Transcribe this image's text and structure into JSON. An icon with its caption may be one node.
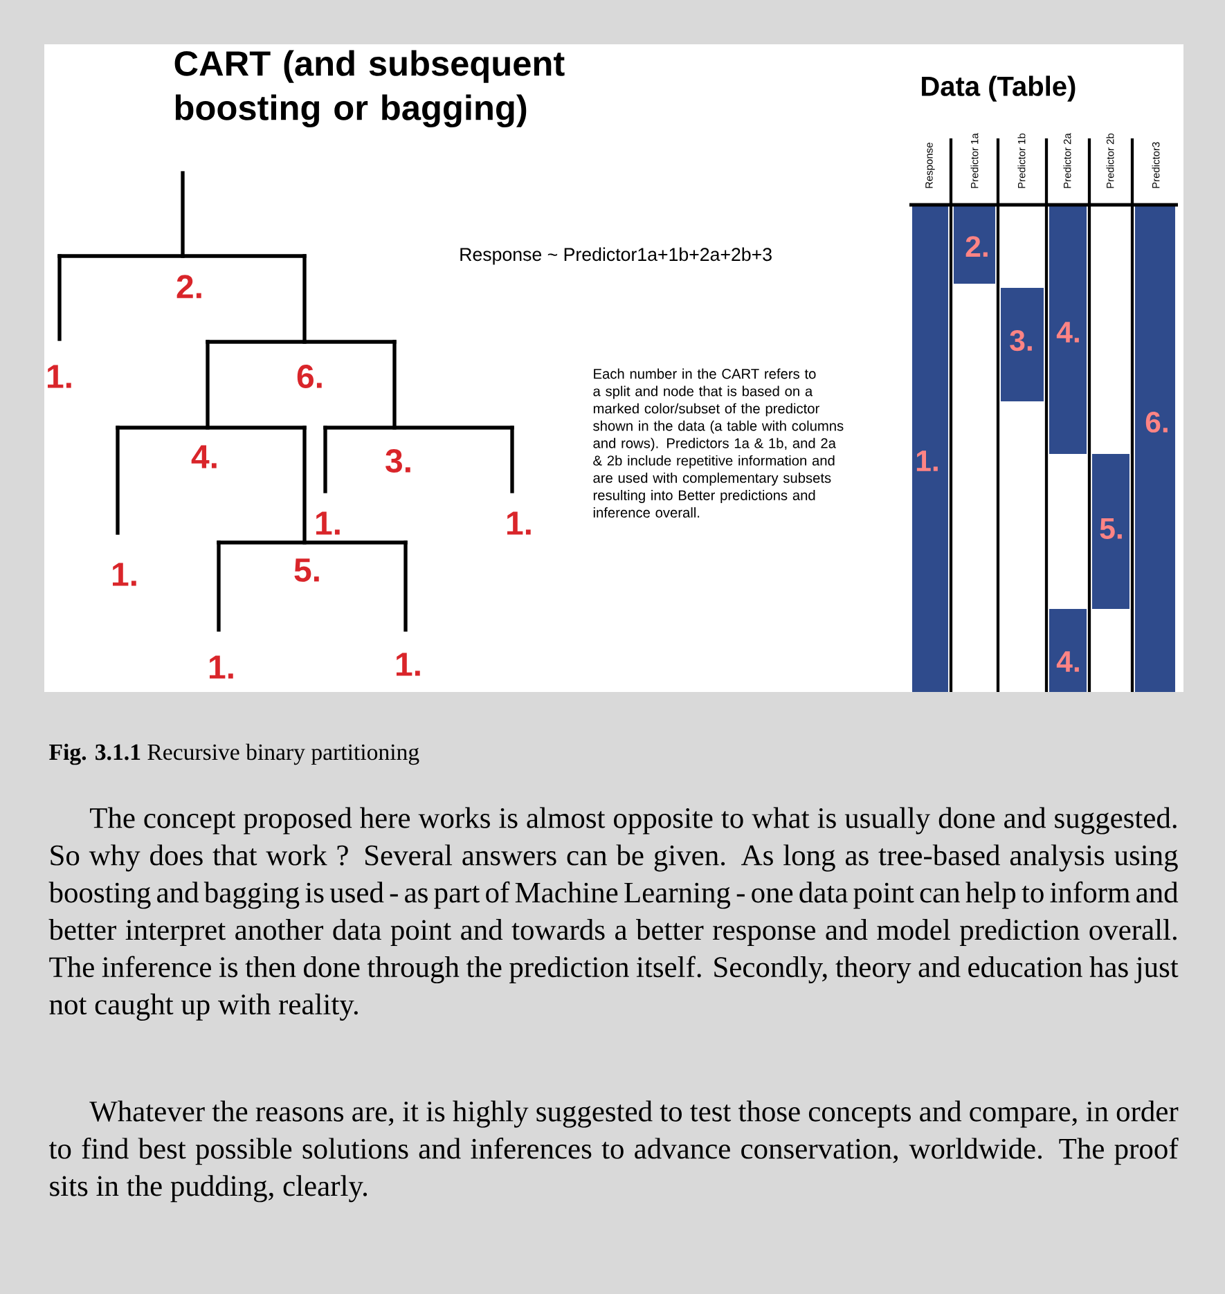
{
  "diagram": {
    "title": "CART (and subsequent boosting or bagging)",
    "caption": "**Fig. 3.1.1** Recursive binary partitioning",
    "labels": [
      "Data (Table)",
      "2.",
      "1.",
      "6.",
      "4.",
      "3.",
      "1.",
      "1.",
      "1.",
      "5.",
      "1.",
      "1.",
      "Response ~ Predictor1a+1b+2a+2b+3",
      "Each number in the CART refers to a split and node that is based on a marked color/subset of the predictor shown in the data (a table with columns and rows). Predictors 1a & 1b, and 2a & 2b include repetitive information and are used with complementary subsets resulting into Better predictions and inference overall.",
      "Response",
      "Predictor 1a",
      "Predictor 1b",
      "Predictor 2a",
      "Predictor 2b",
      "Predictor3",
      "2.",
      "3.",
      "4.",
      "6.",
      "1.",
      "5.",
      "4.",
      "The concept proposed here works is almost opposite to what is usually done and suggested. So why does that work ? Several answers can be given. As long as tree-based analysis using boosting and bagging is used - as part of Machine Learning - one data point can help to inform and better interpret another data point and towards a better response and model prediction overall. The inference is then done through the prediction itself. Secondly, theory and education has just not caught up with reality.",
      "Whatever the reasons are, it is highly suggested to test those concepts and compare, in order to find best possible solutions and inferences to advance conservation, worldwide. The proof sits in the pudding, clearly."
    ]
  }
}
